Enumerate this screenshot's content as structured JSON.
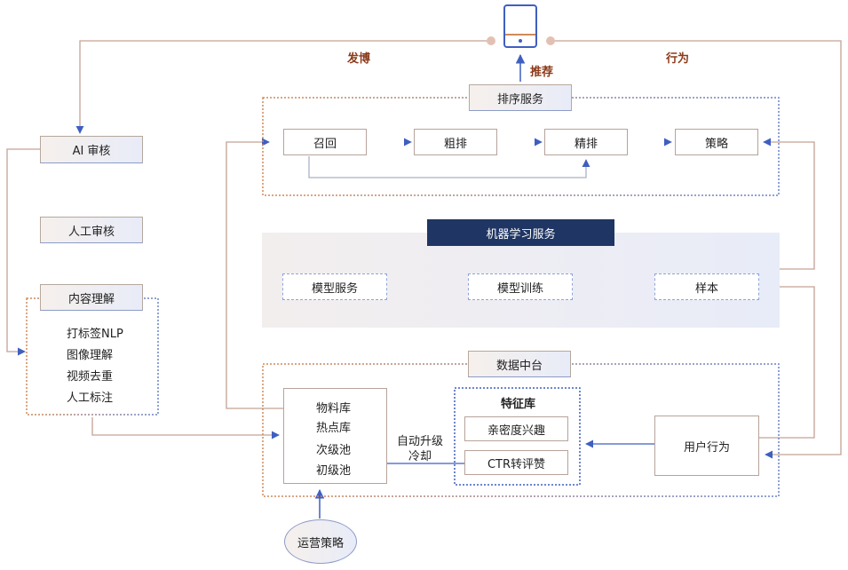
{
  "top": {
    "post_label": "发博",
    "behavior_label": "行为",
    "recommend_label": "推荐"
  },
  "ranking": {
    "title": "排序服务",
    "recall": "召回",
    "coarse": "粗排",
    "fine": "精排",
    "strategy": "策略"
  },
  "review": {
    "ai": "AI 审核",
    "manual": "人工审核"
  },
  "content": {
    "title": "内容理解",
    "items": [
      "打标签NLP",
      "图像理解",
      "视频去重",
      "人工标注"
    ]
  },
  "ml": {
    "title": "机器学习服务",
    "model_service": "模型服务",
    "model_training": "模型训练",
    "sample": "样本"
  },
  "data": {
    "title": "数据中台",
    "material_title": "物料库",
    "material_items": [
      "热点库",
      "次级池",
      "初级池"
    ],
    "auto_line1": "自动升级",
    "auto_line2": "冷却",
    "feature_title": "特征库",
    "feature_items": [
      "亲密度兴趣",
      "CTR转评赞"
    ],
    "user_behavior": "用户行为"
  },
  "ops": {
    "label": "运营策略"
  },
  "colors": {
    "blue": "#3f5fc0",
    "orange": "#d08a5a",
    "dark": "#1f3563"
  }
}
